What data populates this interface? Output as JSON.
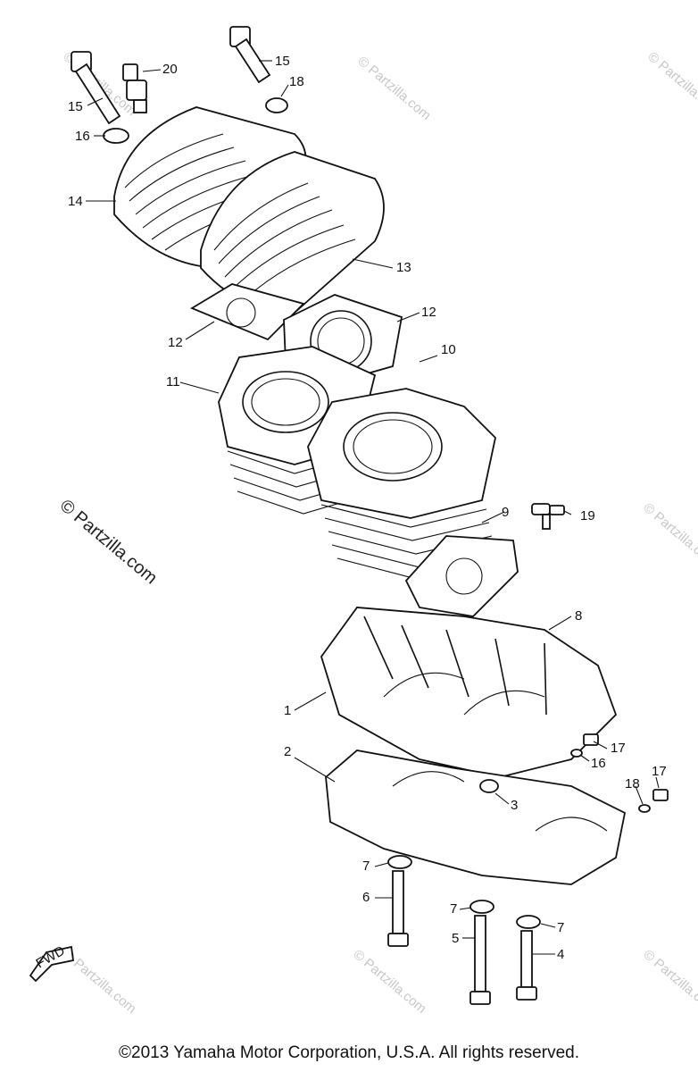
{
  "watermark": {
    "text": "© Partzilla.com",
    "prominent_text": "© Partzilla.com"
  },
  "copyright": "©2013 Yamaha Motor Corporation, U.S.A. All rights reserved.",
  "fwd_label": "FWD",
  "callouts": {
    "p1": "1",
    "p2": "2",
    "p3": "3",
    "p4": "4",
    "p5": "5",
    "p6": "6",
    "p7a": "7",
    "p7b": "7",
    "p7c": "7",
    "p8": "8",
    "p9": "9",
    "p10": "10",
    "p11": "11",
    "p12a": "12",
    "p12b": "12",
    "p13": "13",
    "p14": "14",
    "p15a": "15",
    "p15b": "15",
    "p16": "16",
    "p16b": "16",
    "p17a": "17",
    "p17b": "17",
    "p18a": "18",
    "p18b": "18",
    "p19": "19",
    "p20": "20"
  }
}
